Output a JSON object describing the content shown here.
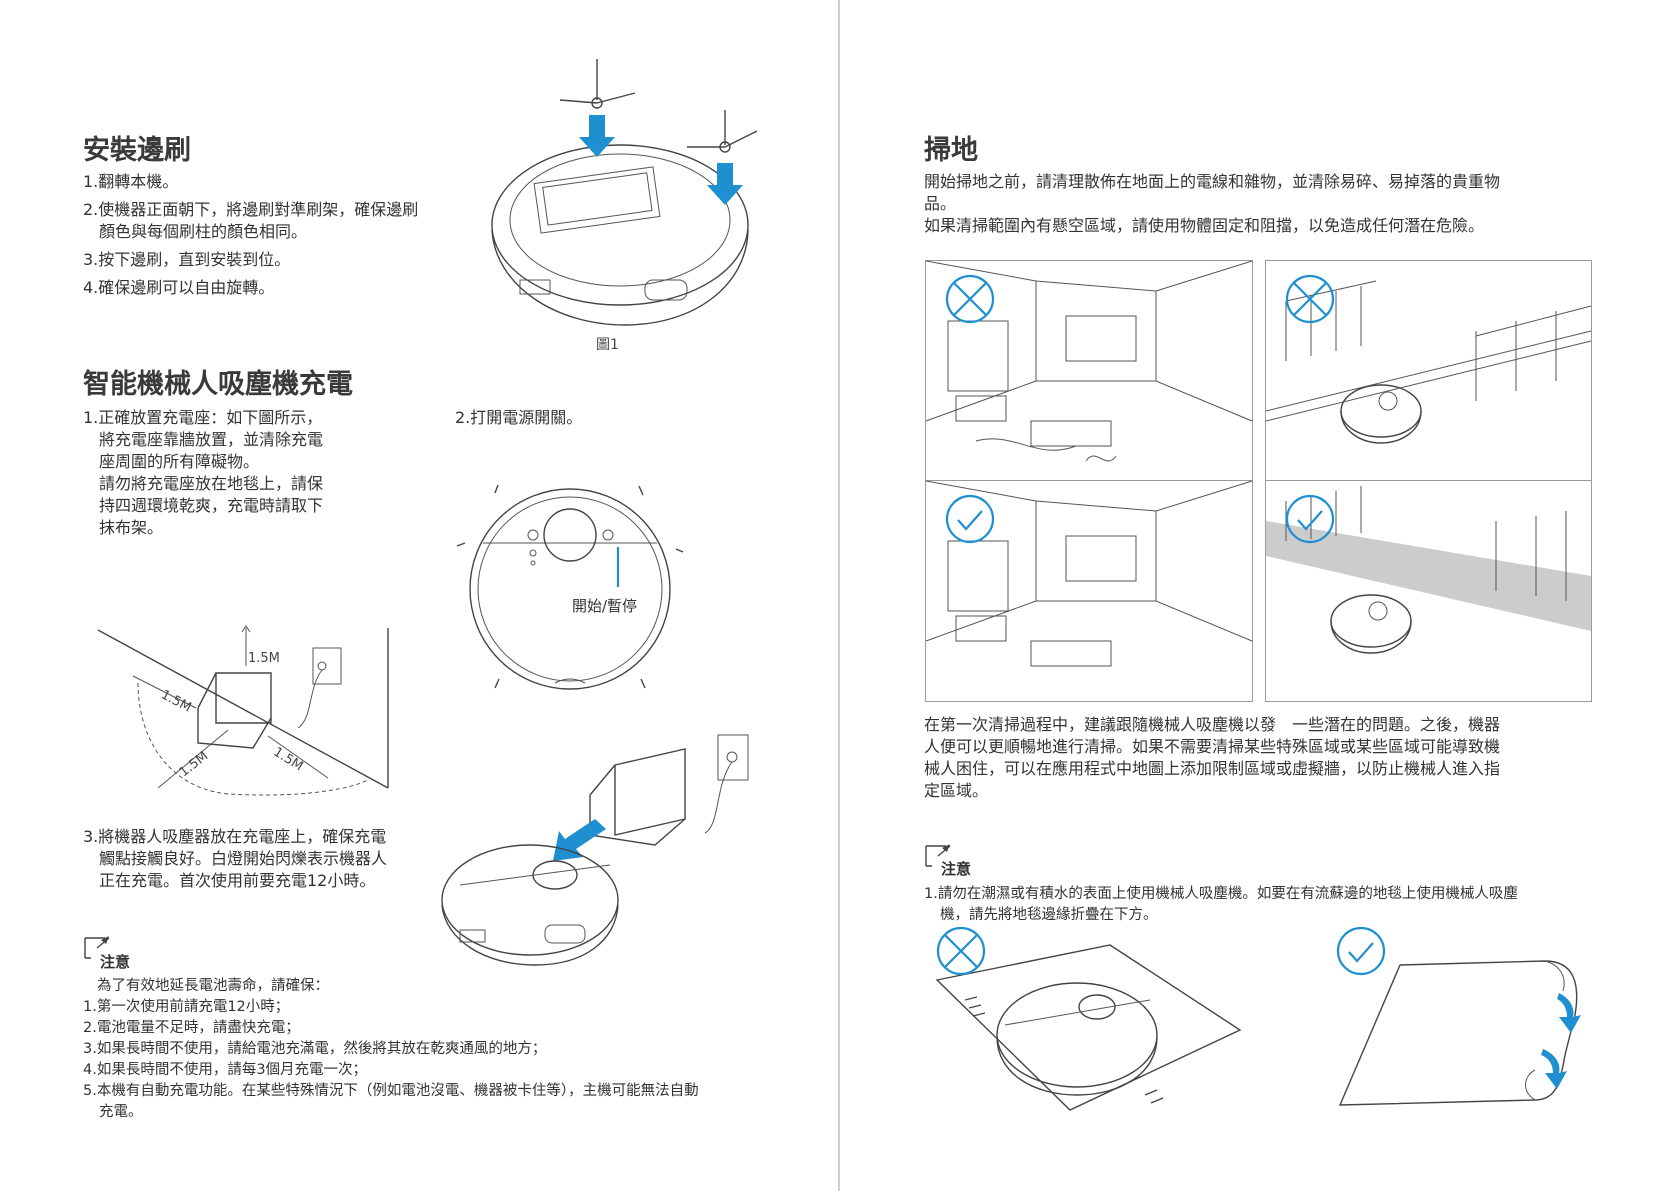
{
  "left_page": {
    "section1": {
      "title": "安裝邊刷",
      "steps": [
        "1.翻轉本機。",
        "2.使機器正面朝下，將邊刷對準刷架，確保邊刷",
        "顏色與每個刷柱的顏色相同。",
        "3.按下邊刷，直到安裝到位。",
        "4.確保邊刷可以自由旋轉。"
      ],
      "figure_caption": "圖1"
    },
    "section2": {
      "title": "智能機械人吸塵機充電",
      "step1": [
        "1.正確放置充電座：如下圖所示，",
        "將充電座靠牆放置，並清除充電",
        "座周圍的所有障礙物。",
        "請勿將充電座放在地毯上，請保",
        "持四週環境乾爽，充電時請取下",
        "抹布架。"
      ],
      "step2": "2.打開電源開關。",
      "start_pause_label": "開始/暫停",
      "dimension_label": "1.5M",
      "step3": [
        "3.將機器人吸塵器放在充電座上，確保充電",
        "觸點接觸良好。白燈開始閃爍表示機器人",
        "正在充電。首次使用前要充電12小時。"
      ]
    },
    "note": {
      "title": "注意",
      "intro": "為了有效地延長電池壽命，請確保：",
      "items": [
        "1.第一次使用前請充電12小時；",
        "2.電池電量不足時，請盡快充電；",
        "3.如果長時間不使用，請給電池充滿電，然後將其放在乾爽通風的地方；",
        "4.如果長時間不使用，請每3個月充電一次；",
        "5.本機有自動充電功能。在某些特殊情況下（例如電池沒電、機器被卡住等），主機可能無法自動",
        "充電。"
      ]
    }
  },
  "right_page": {
    "title": "掃地",
    "intro": [
      "開始掃地之前，請清理散佈在地面上的電線和雜物，並清除易碎、易掉落的貴重物",
      "品。",
      "如果清掃範圍內有懸空區域，請使用物體固定和阻擋，以免造成任何潛在危險。"
    ],
    "paragraph": [
      "在第一次清掃過程中，建議跟隨機械人吸塵機以發　一些潛在的問題。之後，機器",
      "人便可以更順暢地進行清掃。如果不需要清掃某些特殊區域或某些區域可能導致機",
      "械人困住，可以在應用程式中地圖上添加限制區域或虛擬牆，以防止機械人進入指",
      "定區域。"
    ],
    "note": {
      "title": "注意",
      "items": [
        "1.請勿在潮濕或有積水的表面上使用機械人吸塵機。如要在有流蘇邊的地毯上使用機械人吸塵",
        "機，請先將地毯邊緣折疊在下方。"
      ]
    }
  },
  "colors": {
    "accent": "#1e8fd0",
    "text": "#333333",
    "line": "#444444"
  }
}
